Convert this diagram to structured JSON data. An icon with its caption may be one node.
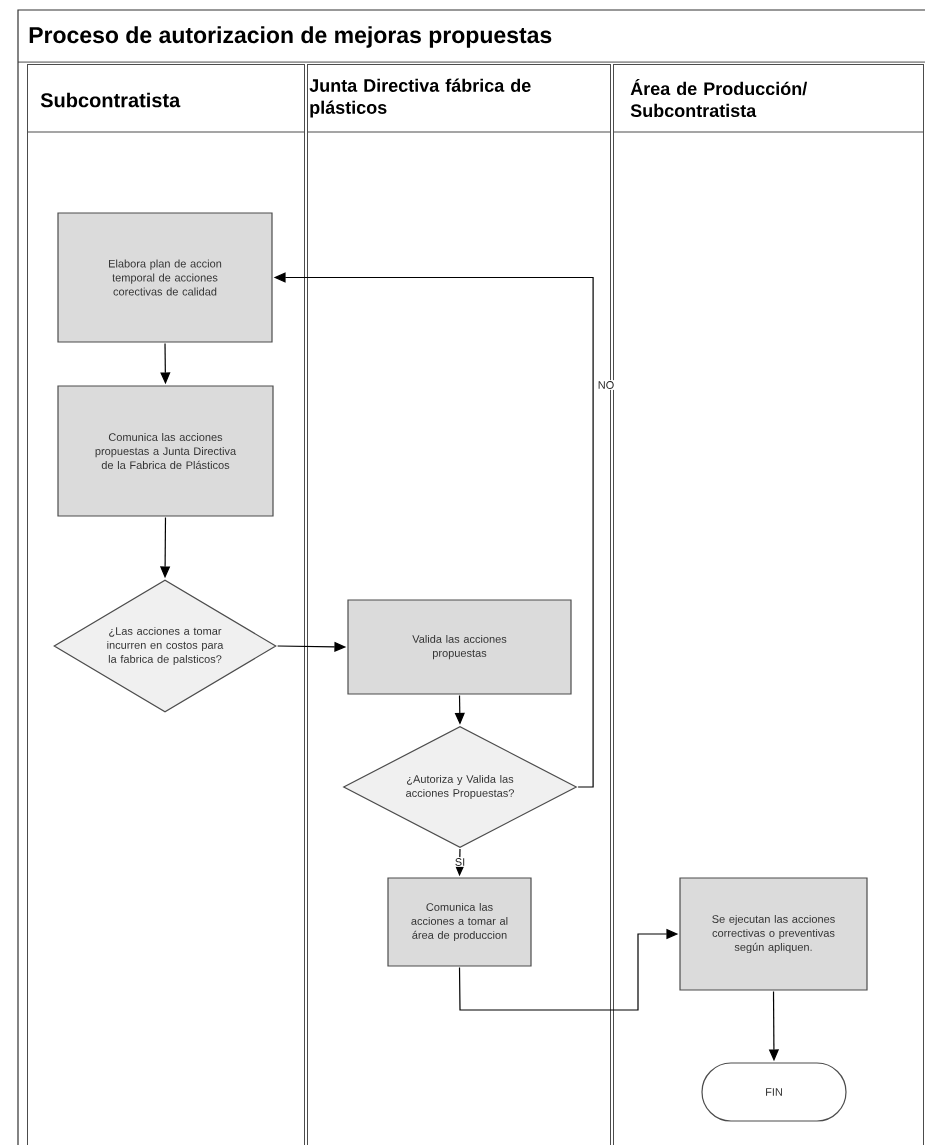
{
  "diagram": {
    "title": "Proceso de autorizacion de mejoras propuestas",
    "nodes": [
      {
        "text": [
          "Subcontratista"
        ]
      },
      {
        "text": [
          "Junta Directiva fábrica de plásticos"
        ]
      },
      {
        "text": [
          "Área de Producción/ Subcontratista"
        ]
      },
      {
        "text": [
          "Elabora plan de accion temporal de acciones corectivas de calidad"
        ],
        "in": 0
      },
      {
        "text": [
          "Comunica las acciones propuestas a Junta Directiva de la Fabrica de Plásticos"
        ],
        "in": 0
      },
      {
        "text": [
          "¿Las acciones a tomar incurren en costos para la fabrica de palsticos?"
        ],
        "in": 0
      },
      {
        "text": [
          "Valida las acciones propuestas"
        ],
        "in": 1
      },
      {
        "text": [
          "¿Autoriza y Valida las acciones Propuestas?"
        ],
        "in": 1
      },
      {
        "text": [
          "Comunica las acciones a tomar al área de produccion"
        ],
        "in": 1
      },
      {
        "text": [
          "Se ejecutan las acciones correctivas o preventivas según apliquen."
        ],
        "in": 2
      },
      {
        "text": [
          "FIN"
        ],
        "in": 2
      }
    ],
    "edges": [
      {
        "from": 3,
        "to": 4,
        "arrow": "to"
      },
      {
        "from": 4,
        "to": 5,
        "arrow": "to"
      },
      {
        "from": 5,
        "to": 6,
        "arrow": "to"
      },
      {
        "from": 6,
        "to": 7,
        "arrow": "to"
      },
      {
        "from": 7,
        "to": 3,
        "arrow": "to",
        "label": "NO"
      },
      {
        "from": 7,
        "to": 8,
        "arrow": "to",
        "label": "SI"
      },
      {
        "from": 8,
        "to": 9,
        "arrow": "to"
      },
      {
        "from": 9,
        "to": 10,
        "arrow": "to"
      }
    ]
  }
}
